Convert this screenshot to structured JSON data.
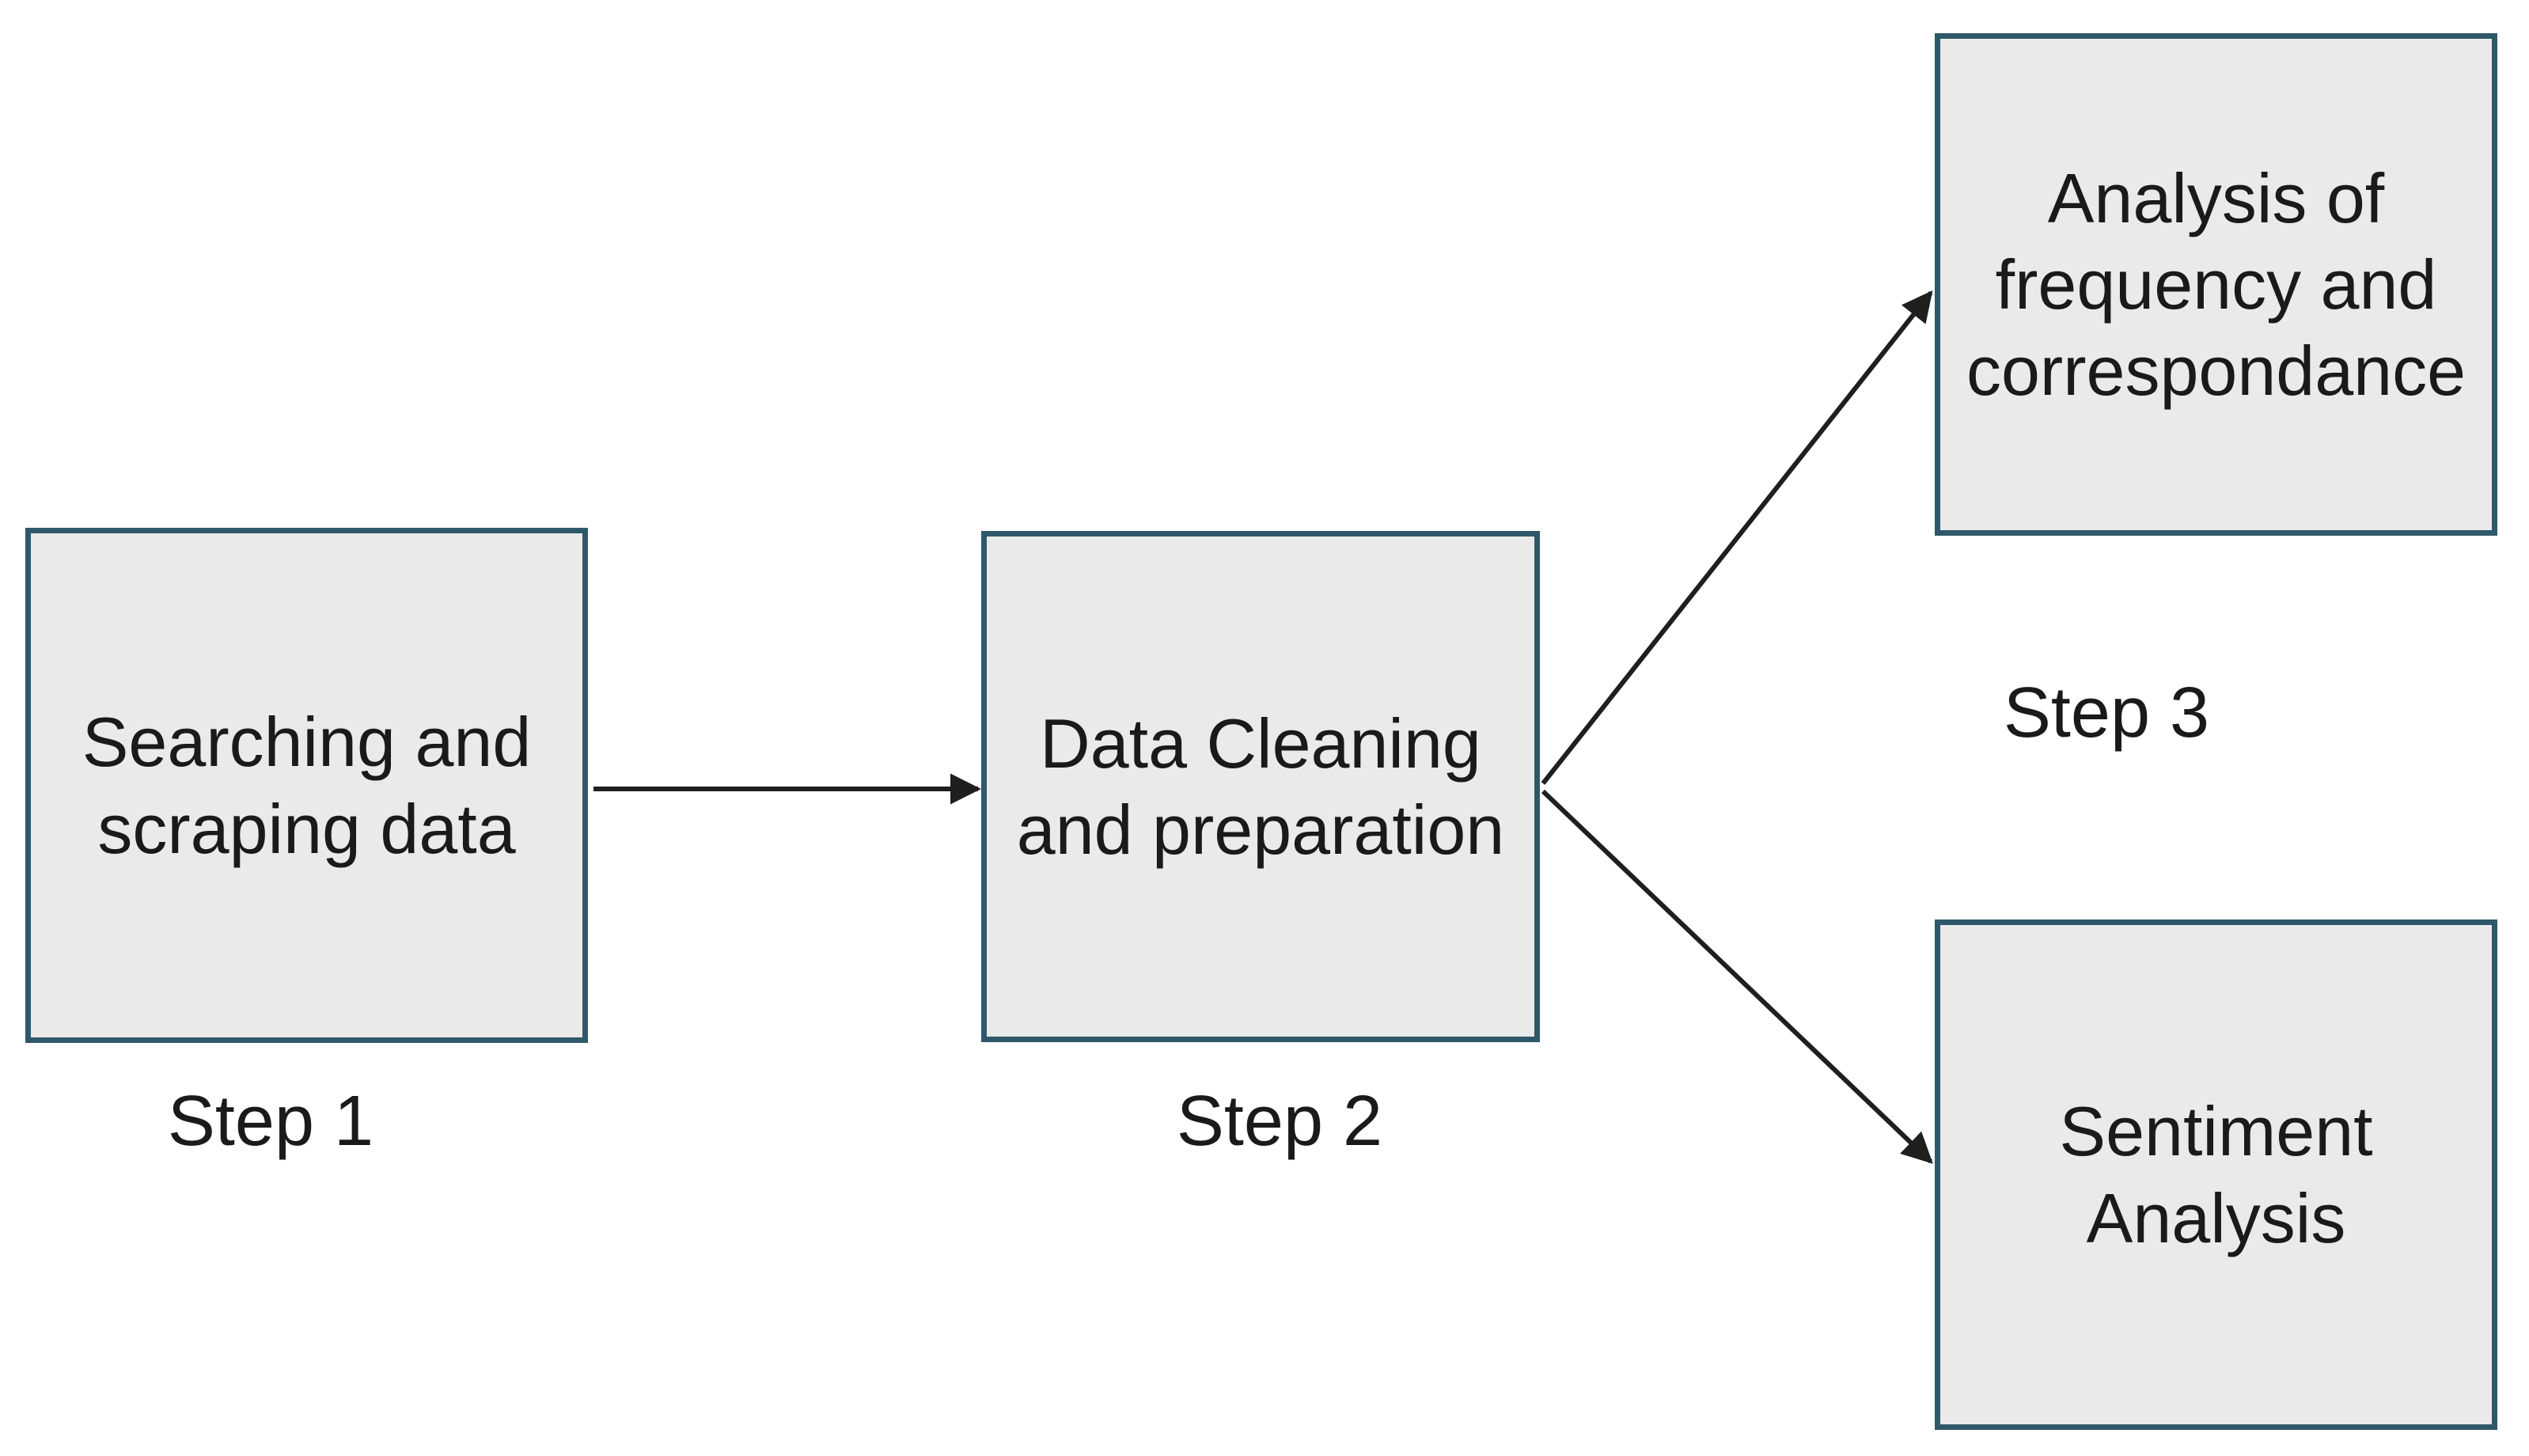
{
  "colors": {
    "background": "#ffffff",
    "box_fill": "#eaeaea",
    "box_border": "#2f586a",
    "arrow": "#1f1f1f",
    "text": "#1a1a1a"
  },
  "diagram": {
    "type": "flowchart",
    "nodes": [
      {
        "id": "searching",
        "label": "Searching and scraping data"
      },
      {
        "id": "cleaning",
        "label": "Data Cleaning and preparation"
      },
      {
        "id": "frequency",
        "label": "Analysis of frequency and correspondance"
      },
      {
        "id": "sentiment",
        "label": "Sentiment Analysis"
      }
    ],
    "steps": [
      {
        "label": "Step 1"
      },
      {
        "label": "Step 2"
      },
      {
        "label": "Step 3"
      }
    ],
    "edges": [
      {
        "from": "searching",
        "to": "cleaning"
      },
      {
        "from": "cleaning",
        "to": "frequency"
      },
      {
        "from": "cleaning",
        "to": "sentiment"
      }
    ]
  }
}
